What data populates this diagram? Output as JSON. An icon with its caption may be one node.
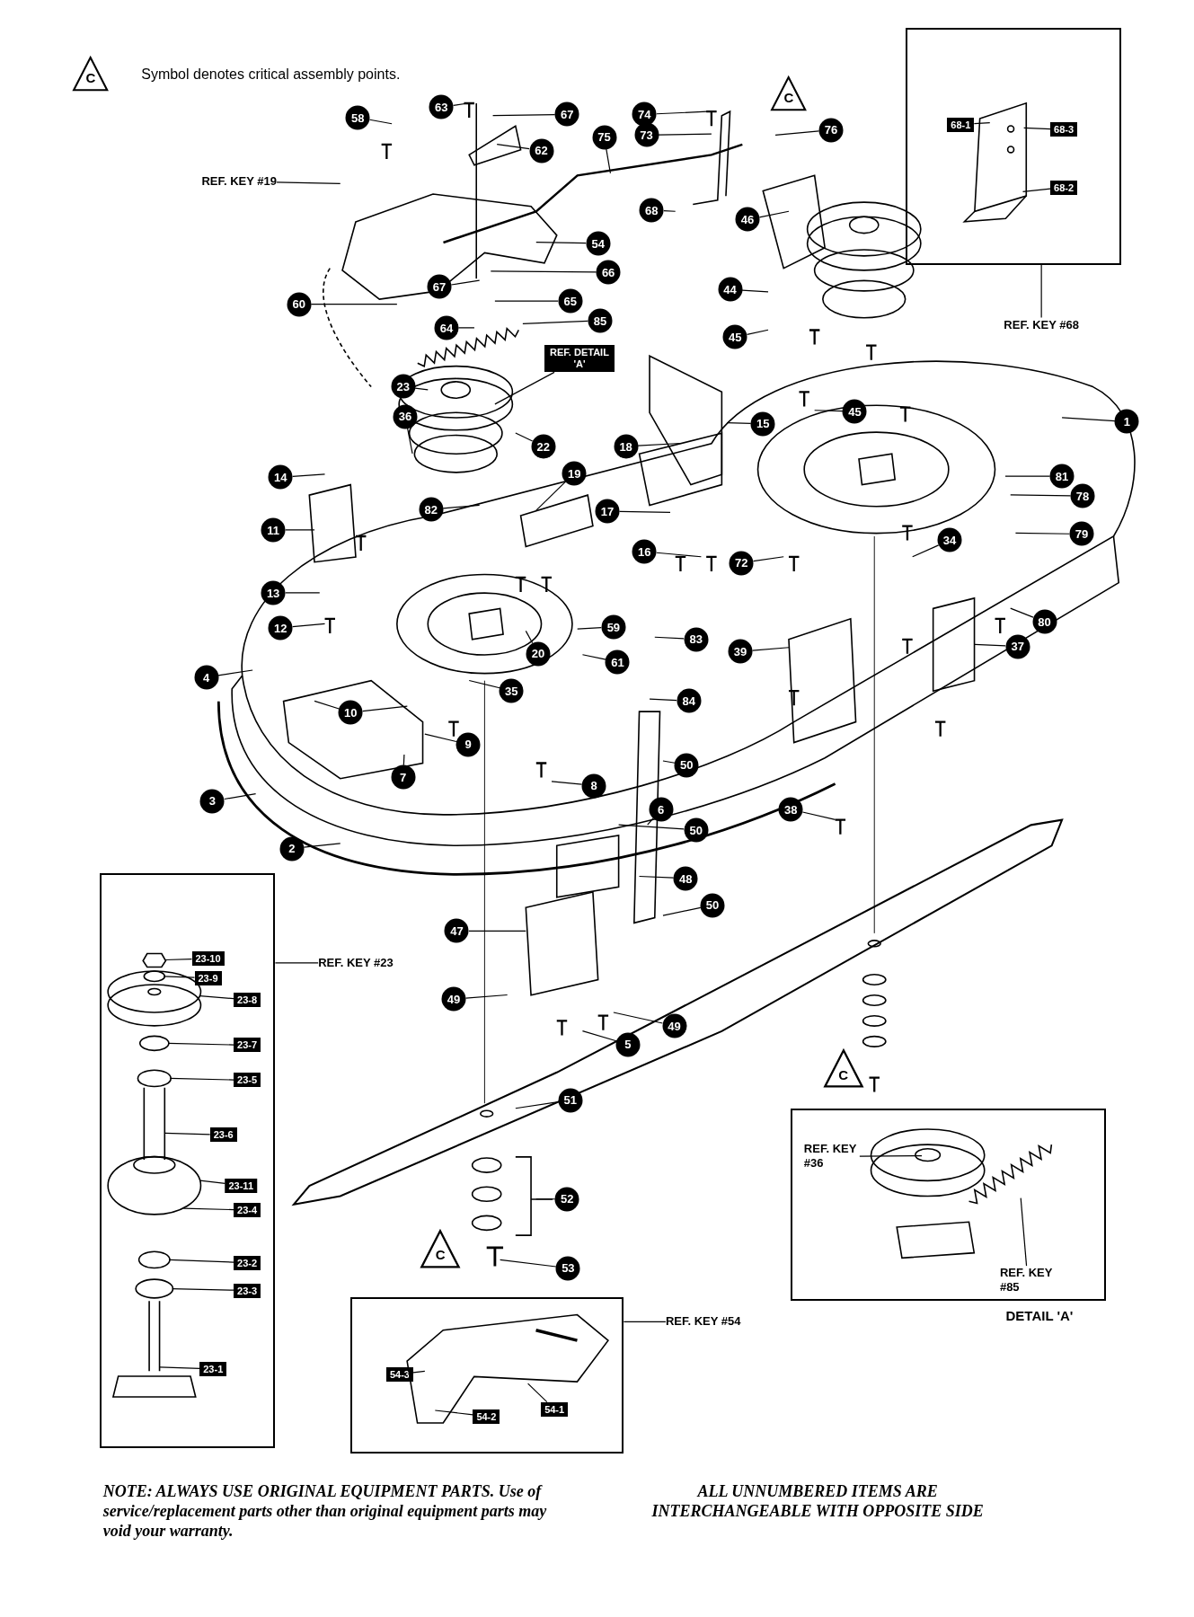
{
  "diagram": {
    "nodes": [
      {
        "text": [],
        "shape": "box"
      },
      {
        "text": [
          "68-1"
        ],
        "in": 0
      },
      {
        "text": [
          "68-3"
        ],
        "in": 0
      },
      {
        "text": [
          "68-2"
        ],
        "in": 0
      },
      {
        "text": [
          "58"
        ]
      },
      {
        "text": [
          "63"
        ]
      },
      {
        "text": [
          "67"
        ]
      },
      {
        "text": [
          "74"
        ]
      },
      {
        "text": [
          "76"
        ]
      },
      {
        "text": [
          "73"
        ]
      },
      {
        "text": [
          "75"
        ]
      },
      {
        "text": [
          "62"
        ]
      },
      {
        "text": [
          "REF. KEY #19"
        ]
      },
      {
        "text": [
          "68"
        ]
      },
      {
        "text": [
          "46"
        ]
      },
      {
        "text": [
          "54"
        ]
      },
      {
        "text": [
          "66"
        ]
      },
      {
        "text": [
          "67"
        ]
      },
      {
        "text": [
          "44"
        ]
      },
      {
        "text": [
          "60"
        ]
      },
      {
        "text": [
          "65"
        ]
      },
      {
        "text": [
          "85"
        ]
      },
      {
        "text": [
          "REF. KEY #68"
        ]
      },
      {
        "text": [
          "64"
        ]
      },
      {
        "text": [
          "45"
        ]
      },
      {
        "text": [
          "REF. DETAIL 'A'"
        ]
      },
      {
        "text": [
          "23"
        ]
      },
      {
        "text": [
          "45"
        ]
      },
      {
        "text": [
          "36"
        ]
      },
      {
        "text": [
          "1"
        ]
      },
      {
        "text": [
          "15"
        ]
      },
      {
        "text": [
          "18"
        ]
      },
      {
        "text": [
          "22"
        ]
      },
      {
        "text": [
          "19"
        ]
      },
      {
        "text": [
          "14"
        ]
      },
      {
        "text": [
          "81"
        ]
      },
      {
        "text": [
          "78"
        ]
      },
      {
        "text": [
          "82"
        ]
      },
      {
        "text": [
          "17"
        ]
      },
      {
        "text": [
          "11"
        ]
      },
      {
        "text": [
          "79"
        ]
      },
      {
        "text": [
          "34"
        ]
      },
      {
        "text": [
          "16"
        ]
      },
      {
        "text": [
          "72"
        ]
      },
      {
        "text": [
          "13"
        ]
      },
      {
        "text": [
          "80"
        ]
      },
      {
        "text": [
          "12"
        ]
      },
      {
        "text": [
          "59"
        ]
      },
      {
        "text": [
          "83"
        ]
      },
      {
        "text": [
          "37"
        ]
      },
      {
        "text": [
          "20"
        ]
      },
      {
        "text": [
          "39"
        ]
      },
      {
        "text": [
          "61"
        ]
      },
      {
        "text": [
          "4"
        ]
      },
      {
        "text": [
          "35"
        ]
      },
      {
        "text": [
          "84"
        ]
      },
      {
        "text": [
          "10"
        ]
      },
      {
        "text": [
          "9"
        ]
      },
      {
        "text": [
          "50"
        ]
      },
      {
        "text": [
          "7"
        ]
      },
      {
        "text": [
          "8"
        ]
      },
      {
        "text": [
          "3"
        ]
      },
      {
        "text": [
          "6"
        ]
      },
      {
        "text": [
          "38"
        ]
      },
      {
        "text": [
          "50"
        ]
      },
      {
        "text": [
          "2"
        ]
      },
      {
        "text": [],
        "shape": "box"
      },
      {
        "text": [
          "23-10"
        ],
        "in": 66
      },
      {
        "text": [
          "23-9"
        ],
        "in": 66
      },
      {
        "text": [
          "23-8"
        ],
        "in": 66
      },
      {
        "text": [
          "23-7"
        ],
        "in": 66
      },
      {
        "text": [
          "23-5"
        ],
        "in": 66
      },
      {
        "text": [
          "23-6"
        ],
        "in": 66
      },
      {
        "text": [
          "23-11"
        ],
        "in": 66
      },
      {
        "text": [
          "23-4"
        ],
        "in": 66
      },
      {
        "text": [
          "23-2"
        ],
        "in": 66
      },
      {
        "text": [
          "23-3"
        ],
        "in": 66
      },
      {
        "text": [
          "23-1"
        ],
        "in": 66
      },
      {
        "text": [
          "48"
        ]
      },
      {
        "text": [
          "50"
        ]
      },
      {
        "text": [
          "47"
        ]
      },
      {
        "text": [
          "REF. KEY #23"
        ]
      },
      {
        "text": [
          "49"
        ]
      },
      {
        "text": [
          "49"
        ]
      },
      {
        "text": [
          "5"
        ]
      },
      {
        "text": [
          "51"
        ]
      },
      {
        "text": [],
        "shape": "box",
        "beside": [
          "DETAIL 'A'"
        ]
      },
      {
        "text": [
          "REF. KEY #36"
        ],
        "in": 86
      },
      {
        "text": [
          "REF. KEY #85"
        ],
        "in": 86
      },
      {
        "text": [
          "52"
        ]
      },
      {
        "text": [
          "53"
        ]
      },
      {
        "text": [],
        "shape": "box"
      },
      {
        "text": [
          "54-3"
        ],
        "in": 91
      },
      {
        "text": [
          "54-1"
        ],
        "in": 91
      },
      {
        "text": [
          "54-2"
        ],
        "in": 91
      },
      {
        "text": [
          "REF. KEY #54"
        ]
      },
      {
        "text": [],
        "shape": "picture",
        "in": 0
      },
      {
        "text": [],
        "shape": "picture",
        "in": 66
      },
      {
        "text": [],
        "shape": "picture",
        "in": 86
      },
      {
        "text": [],
        "shape": "picture",
        "in": 91
      }
    ],
    "edges": [
      {
        "from": 1,
        "to": 96,
        "arrow": "none"
      },
      {
        "from": 2,
        "to": 96,
        "arrow": "none"
      },
      {
        "from": 3,
        "to": 96,
        "arrow": "none"
      },
      {
        "from": 4,
        "to": null,
        "arrow": "none"
      },
      {
        "from": 5,
        "to": null,
        "arrow": "none"
      },
      {
        "from": 6,
        "to": null,
        "arrow": "none"
      },
      {
        "from": 7,
        "to": null,
        "arrow": "none"
      },
      {
        "from": 8,
        "to": null,
        "arrow": "none"
      },
      {
        "from": 9,
        "to": null,
        "arrow": "none"
      },
      {
        "from": 10,
        "to": null,
        "arrow": "none"
      },
      {
        "from": 11,
        "to": null,
        "arrow": "none"
      },
      {
        "from": 12,
        "to": null,
        "arrow": "none"
      },
      {
        "from": 13,
        "to": null,
        "arrow": "none"
      },
      {
        "from": 14,
        "to": null,
        "arrow": "none"
      },
      {
        "from": 15,
        "to": null,
        "arrow": "none"
      },
      {
        "from": 16,
        "to": null,
        "arrow": "none"
      },
      {
        "from": 17,
        "to": null,
        "arrow": "none"
      },
      {
        "from": 19,
        "to": null,
        "arrow": "none"
      },
      {
        "from": 18,
        "to": null,
        "arrow": "none"
      },
      {
        "from": 20,
        "to": null,
        "arrow": "none"
      },
      {
        "from": 21,
        "to": null,
        "arrow": "none"
      },
      {
        "from": 22,
        "to": 0,
        "arrow": "none"
      },
      {
        "from": 23,
        "to": null,
        "arrow": "none"
      },
      {
        "from": 24,
        "to": null,
        "arrow": "none"
      },
      {
        "from": 25,
        "to": null,
        "arrow": "none"
      },
      {
        "from": 26,
        "to": null,
        "arrow": "none"
      },
      {
        "from": 27,
        "to": null,
        "arrow": "none"
      },
      {
        "from": 28,
        "to": null,
        "arrow": "none"
      },
      {
        "from": 29,
        "to": null,
        "arrow": "none"
      },
      {
        "from": 30,
        "to": null,
        "arrow": "none"
      },
      {
        "from": 31,
        "to": null,
        "arrow": "none"
      },
      {
        "from": 32,
        "to": null,
        "arrow": "none"
      },
      {
        "from": 33,
        "to": null,
        "arrow": "none"
      },
      {
        "from": 34,
        "to": null,
        "arrow": "none"
      },
      {
        "from": 35,
        "to": null,
        "arrow": "none"
      },
      {
        "from": 36,
        "to": null,
        "arrow": "none"
      },
      {
        "from": 37,
        "to": null,
        "arrow": "none"
      },
      {
        "from": 38,
        "to": null,
        "arrow": "none"
      },
      {
        "from": 39,
        "to": null,
        "arrow": "none"
      },
      {
        "from": 40,
        "to": null,
        "arrow": "none"
      },
      {
        "from": 41,
        "to": null,
        "arrow": "none"
      },
      {
        "from": 42,
        "to": null,
        "arrow": "none"
      },
      {
        "from": 43,
        "to": null,
        "arrow": "none"
      },
      {
        "from": 44,
        "to": null,
        "arrow": "none"
      },
      {
        "from": 45,
        "to": null,
        "arrow": "none"
      },
      {
        "from": 46,
        "to": null,
        "arrow": "none"
      },
      {
        "from": 47,
        "to": null,
        "arrow": "none"
      },
      {
        "from": 48,
        "to": null,
        "arrow": "none"
      },
      {
        "from": 49,
        "to": null,
        "arrow": "none"
      },
      {
        "from": 50,
        "to": null,
        "arrow": "none"
      },
      {
        "from": 51,
        "to": null,
        "arrow": "none"
      },
      {
        "from": 52,
        "to": null,
        "arrow": "none"
      },
      {
        "from": 53,
        "to": null,
        "arrow": "none"
      },
      {
        "from": 54,
        "to": null,
        "arrow": "none"
      },
      {
        "from": 55,
        "to": null,
        "arrow": "none"
      },
      {
        "from": 56,
        "to": null,
        "arrow": "none"
      },
      {
        "from": 56,
        "to": null,
        "arrow": "none"
      },
      {
        "from": 57,
        "to": null,
        "arrow": "none"
      },
      {
        "from": 58,
        "to": null,
        "arrow": "none"
      },
      {
        "from": 59,
        "to": null,
        "arrow": "none"
      },
      {
        "from": 60,
        "to": null,
        "arrow": "none"
      },
      {
        "from": 61,
        "to": null,
        "arrow": "none"
      },
      {
        "from": 62,
        "to": null,
        "arrow": "none"
      },
      {
        "from": 63,
        "to": null,
        "arrow": "none"
      },
      {
        "from": 64,
        "to": null,
        "arrow": "none"
      },
      {
        "from": 65,
        "to": null,
        "arrow": "none"
      },
      {
        "from": 67,
        "to": 97,
        "arrow": "none"
      },
      {
        "from": 68,
        "to": 97,
        "arrow": "none"
      },
      {
        "from": 69,
        "to": 97,
        "arrow": "none"
      },
      {
        "from": 70,
        "to": 97,
        "arrow": "none"
      },
      {
        "from": 71,
        "to": 97,
        "arrow": "none"
      },
      {
        "from": 72,
        "to": 97,
        "arrow": "none"
      },
      {
        "from": 73,
        "to": 97,
        "arrow": "none"
      },
      {
        "from": 74,
        "to": 97,
        "arrow": "none"
      },
      {
        "from": 75,
        "to": 97,
        "arrow": "none"
      },
      {
        "from": 76,
        "to": 97,
        "arrow": "none"
      },
      {
        "from": 77,
        "to": 97,
        "arrow": "none"
      },
      {
        "from": 78,
        "to": null,
        "arrow": "none"
      },
      {
        "from": 79,
        "to": null,
        "arrow": "none"
      },
      {
        "from": 80,
        "to": null,
        "arrow": "none"
      },
      {
        "from": 81,
        "to": 66,
        "arrow": "none"
      },
      {
        "from": 82,
        "to": null,
        "arrow": "none"
      },
      {
        "from": 83,
        "to": null,
        "arrow": "none"
      },
      {
        "from": 84,
        "to": null,
        "arrow": "none"
      },
      {
        "from": 85,
        "to": null,
        "arrow": "none"
      },
      {
        "from": 87,
        "to": 98,
        "arrow": "none"
      },
      {
        "from": 88,
        "to": 98,
        "arrow": "none"
      },
      {
        "from": 89,
        "to": null,
        "arrow": "none"
      },
      {
        "from": 90,
        "to": null,
        "arrow": "none"
      },
      {
        "from": 92,
        "to": 99,
        "arrow": "none"
      },
      {
        "from": 93,
        "to": 99,
        "arrow": "none"
      },
      {
        "from": 94,
        "to": 99,
        "arrow": "none"
      },
      {
        "from": 95,
        "to": 91,
        "arrow": "none"
      }
    ],
    "labels": [
      "C",
      "Symbol denotes critical assembly points.",
      "C",
      "C",
      "C",
      "NOTE: ALWAYS USE ORIGINAL EQUIPMENT PARTS. Use of service/replacement parts other than original equipment parts may void your warranty.",
      "ALL UNNUMBERED ITEMS ARE INTERCHANGEABLE WITH OPPOSITE SIDE"
    ]
  }
}
